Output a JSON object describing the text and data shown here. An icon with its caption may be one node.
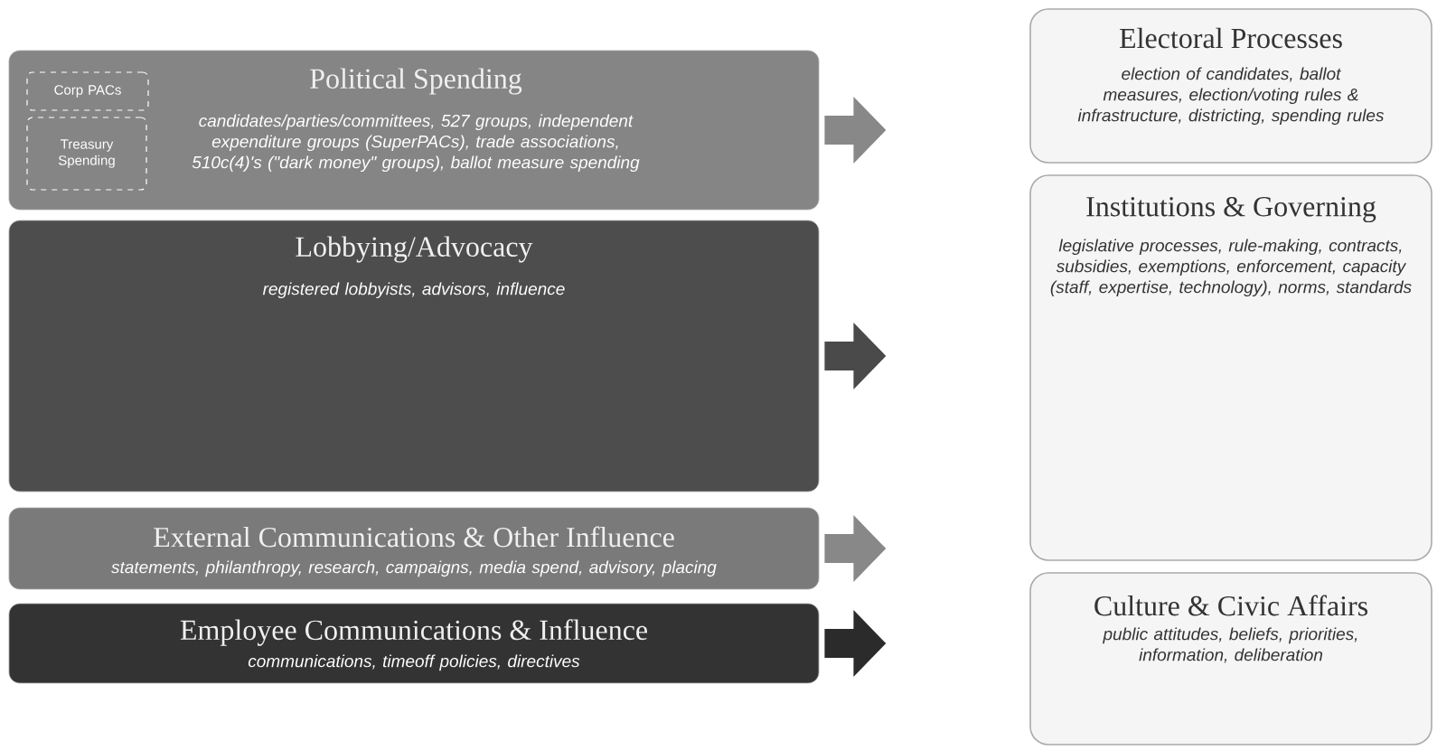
{
  "diagram": {
    "nodes": [
      {
        "text": [
          "Political Spending",
          "candidates/parties/committees, 527 groups, independent expenditure groups (SuperPACs), trade associations, 510c(4)'s (\"dark money\" groups), ballot measure spending"
        ]
      },
      {
        "text": [
          "Corp PACs"
        ],
        "in": 0
      },
      {
        "text": [
          "Treasury Spending"
        ],
        "in": 0
      },
      {
        "text": [
          "Lobbying/Advocacy",
          "registered lobbyists, advisors, influence"
        ]
      },
      {
        "text": [
          "External Communications & Other Influence",
          "statements, philanthropy, research, campaigns, media spend, advisory, placing"
        ]
      },
      {
        "text": [
          "Employee Communications & Influence",
          "communications, timeoff policies, directives"
        ]
      },
      {
        "text": [
          "Electoral Processes",
          "election of candidates, ballot measures, election/voting rules & infrastructure, districting, spending rules"
        ]
      },
      {
        "text": [
          "Institutions & Governing",
          "legislative processes, rule-making, contracts, subsidies, exemptions, enforcement, capacity (staff, expertise, technology), norms, standards"
        ]
      },
      {
        "text": [
          "Culture & Civic Affairs",
          "public attitudes, beliefs, priorities, information, deliberation"
        ]
      }
    ],
    "edges": [
      {
        "from": 0,
        "to": null,
        "arrow": "to"
      },
      {
        "from": 3,
        "to": null,
        "arrow": "to",
        "color": "#4a4a4a"
      },
      {
        "from": 4,
        "to": null,
        "arrow": "to"
      },
      {
        "from": 5,
        "to": null,
        "arrow": "to",
        "color": "#2b2b2b"
      }
    ]
  }
}
